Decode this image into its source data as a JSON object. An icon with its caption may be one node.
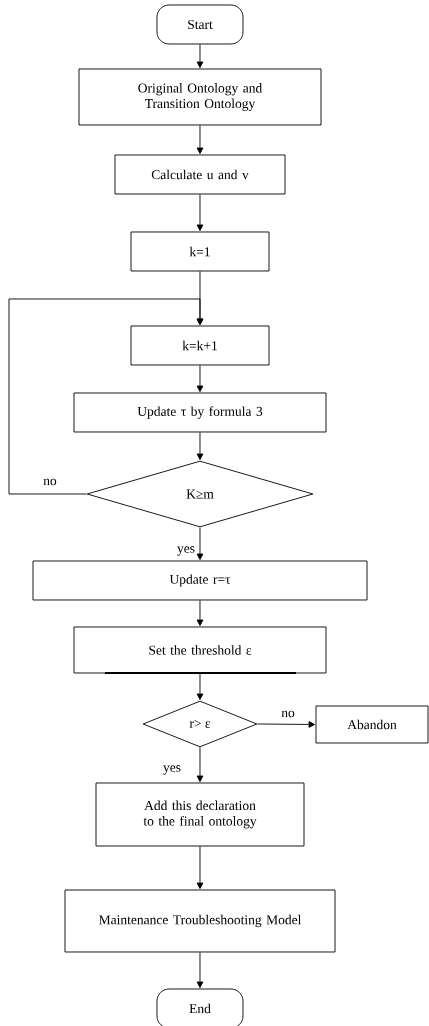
{
  "diagram": {
    "nodes": [
      {
        "text": [
          "Start"
        ]
      },
      {
        "text": [
          "Original Ontology and Transition Ontology"
        ]
      },
      {
        "text": [
          "Calculate u and v"
        ]
      },
      {
        "text": [
          "k=1"
        ]
      },
      {
        "text": [
          "k=k+1"
        ]
      },
      {
        "text": [
          "Update τ by formula 3"
        ]
      },
      {
        "text": [
          "K≥m"
        ]
      },
      {
        "text": [
          "Update r=τ"
        ]
      },
      {
        "text": [
          "Set the threshold ε"
        ]
      },
      {
        "text": [
          "r> ε"
        ]
      },
      {
        "text": [
          "Abandon"
        ]
      },
      {
        "text": [
          "Add this declaration to the final ontology"
        ]
      },
      {
        "text": [
          "Maintenance Troubleshooting Model"
        ]
      },
      {
        "text": [
          "End"
        ]
      }
    ],
    "edges": [
      {
        "from": 0,
        "to": 1,
        "arrow": "to"
      },
      {
        "from": 1,
        "to": 2,
        "arrow": "to"
      },
      {
        "from": 2,
        "to": 3,
        "arrow": "to"
      },
      {
        "from": 3,
        "to": 4,
        "arrow": "to"
      },
      {
        "from": 4,
        "to": 5,
        "arrow": "to"
      },
      {
        "from": 5,
        "to": 6,
        "arrow": "to"
      },
      {
        "from": 6,
        "to": 4,
        "arrow": "to",
        "label": "no"
      },
      {
        "from": 6,
        "to": 7,
        "arrow": "to",
        "label": "yes"
      },
      {
        "from": 7,
        "to": 8,
        "arrow": "to"
      },
      {
        "from": 8,
        "to": 9,
        "arrow": "to"
      },
      {
        "from": 9,
        "to": 10,
        "arrow": "to",
        "label": "no"
      },
      {
        "from": 9,
        "to": 11,
        "arrow": "to",
        "label": "yes"
      },
      {
        "from": 11,
        "to": 12,
        "arrow": "to"
      },
      {
        "from": 12,
        "to": 13,
        "arrow": "to"
      }
    ]
  }
}
